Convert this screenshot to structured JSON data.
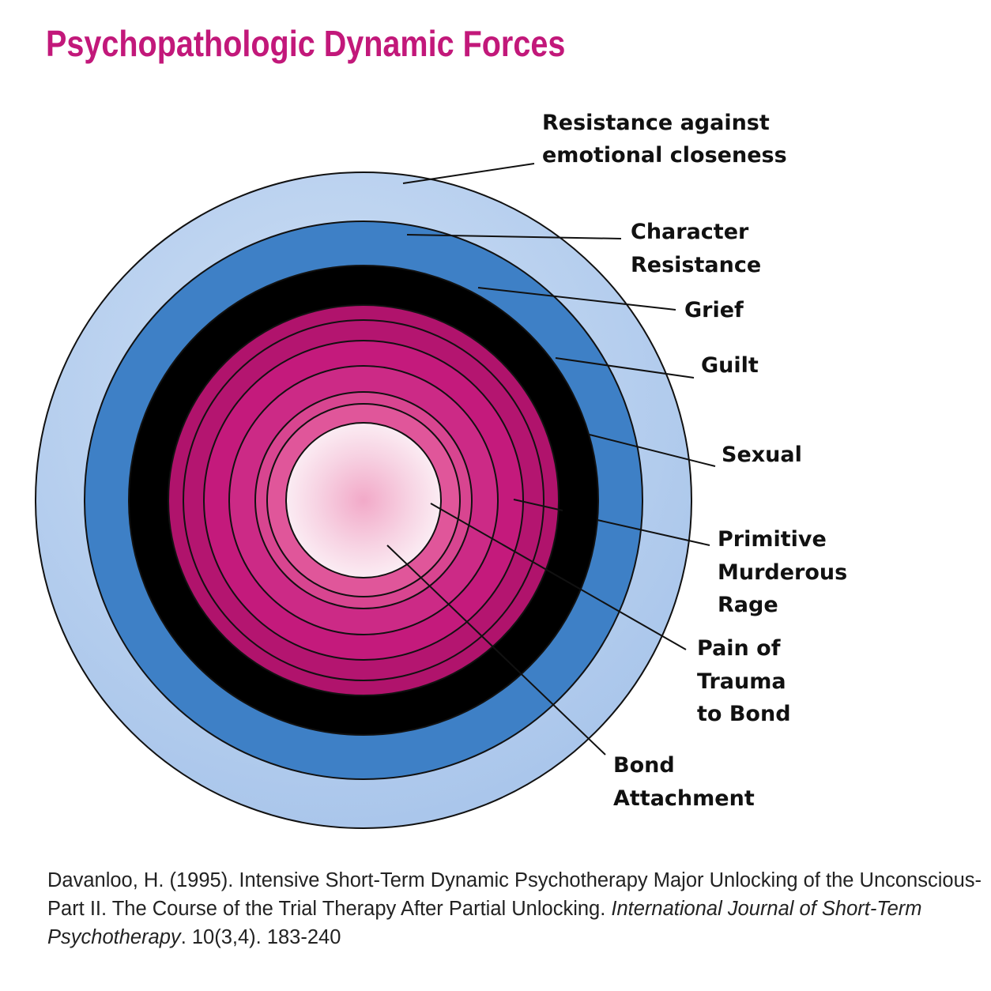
{
  "title": "Psychopathologic Dynamic Forces",
  "labels": {
    "resistance_emotional": [
      "Resistance against",
      "emotional closeness"
    ],
    "character_resistance": [
      "Character",
      "Resistance"
    ],
    "grief": [
      "Grief"
    ],
    "guilt": [
      "Guilt"
    ],
    "sexual": [
      "Sexual"
    ],
    "primitive_rage": [
      "Primitive",
      "Murderous",
      "Rage"
    ],
    "pain_trauma": [
      "Pain of",
      "Trauma",
      "to Bond"
    ],
    "bond_attachment": [
      "Bond",
      "Attachment"
    ]
  },
  "citation": {
    "text": "Davanloo, H. (1995). Intensive Short-Term Dynamic Psychotherapy Major Unlocking of the Unconscious-Part II. The Course of the Trial Therapy After Partial Unlocking. ",
    "journal": "International Journal of Short-Term Psychotherapy",
    "details": ". 10(3,4). 183-240"
  },
  "colors": {
    "title": "#c2187a",
    "outer_ring": "#b9d2ee",
    "character_ring": "#3e80c6",
    "grief_ring": "#000000",
    "magenta_dark": "#b0136c",
    "magenta_mid": "#c41a7c",
    "pink_light": "#e0569a",
    "core_center": "#f2a9c8"
  }
}
